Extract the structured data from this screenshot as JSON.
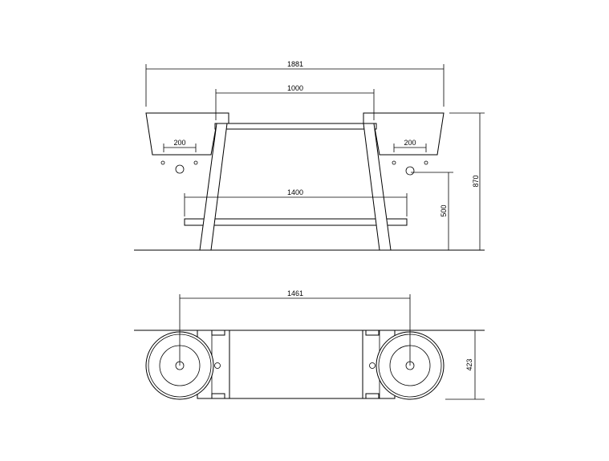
{
  "dimensions": {
    "overall_width": "1881",
    "leg_spacing": "1000",
    "basin_left_tap": "200",
    "basin_right_tap": "200",
    "shelf_width": "1400",
    "shelf_height": "500",
    "total_height": "870",
    "basin_centers": "1461",
    "depth": "423"
  }
}
